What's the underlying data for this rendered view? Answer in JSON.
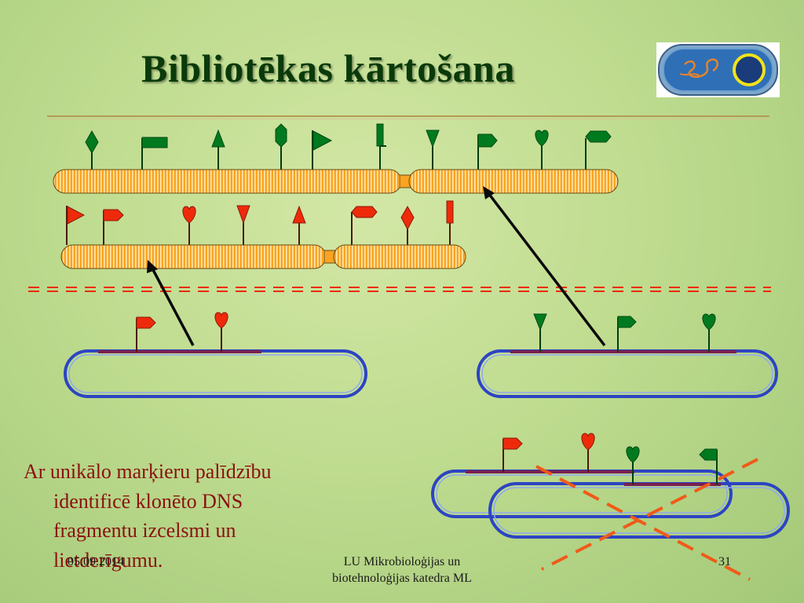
{
  "slide": {
    "title": "Bibliotēkas kārtošana",
    "body_text_lines": [
      "Ar unikālo marķieru palīdzību",
      "identificē klonēto DNS",
      "fragmentu izcelsmi un",
      "lietderīgumu."
    ],
    "footer": {
      "date": "05.09.2014",
      "center_line1": "LU Mikrobioloģijas un",
      "center_line2": "biotehnoloģijas katedra ML",
      "page": "31"
    }
  },
  "colors": {
    "marker_green": "#007a1e",
    "marker_red": "#ee2a0a",
    "chromosome_orange": "#f9a423",
    "plasmid_blue": "#2c44c4",
    "insert_purple": "#7a2050",
    "cross_orange": "#f05a18",
    "title_green": "#0a3a0a",
    "body_red": "#8b1010"
  },
  "icons": [
    "bacterium-logo-icon",
    "flag-icon",
    "triangle-icon",
    "diamond-icon",
    "heart-icon",
    "pennant-icon",
    "arrow-flag-icon",
    "hexagon-icon",
    "bar-icon"
  ]
}
